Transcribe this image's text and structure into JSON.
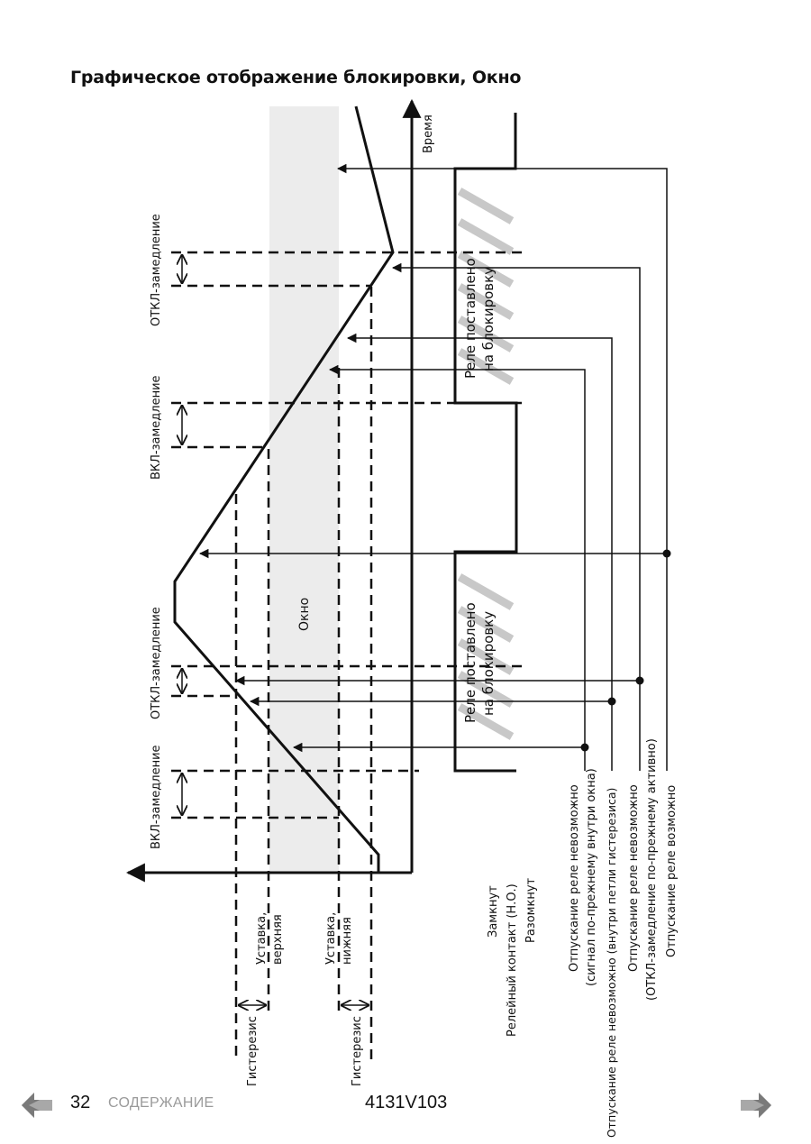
{
  "title": "Графическое отображение блокировки, Окно",
  "diagram": {
    "time_axis_label": "Время",
    "window_label": "Окно",
    "delay_labels": {
      "on_delay_1": "ВКЛ-замедление",
      "off_delay_1": "ОТКЛ-замедление",
      "on_delay_2": "ВКЛ-замедление",
      "off_delay_2": "ОТКЛ-замедление"
    },
    "setpoint_upper": [
      "Уставка,",
      "верхняя"
    ],
    "setpoint_lower": [
      "Уставка,",
      "нижняя"
    ],
    "hysteresis_upper": "Гистерезис",
    "hysteresis_lower": "Гистерезис",
    "relay_locked_1": [
      "Реле поставлено",
      "на блокировку"
    ],
    "relay_locked_2": [
      "Реле поставлено",
      "на блокировку"
    ],
    "contact_closed": "Замкнут",
    "contact_label": "Релейный контакт (Н.О.)",
    "contact_open": "Разомкнут",
    "release_impossible_1": [
      "Отпускание реле невозможно",
      "(сигнал по-прежнему внутри окна)"
    ],
    "release_impossible_2": "Отпускание реле невозможно (внутри петли гистерезиса)",
    "release_impossible_3": [
      "Отпускание реле невозможно",
      "(ОТКЛ-замедление по-прежнему активно)"
    ],
    "release_possible": "Отпускание реле возможно"
  },
  "footer": {
    "prev_icon": "arrow-left-icon",
    "next_icon": "arrow-right-icon",
    "page_number": "32",
    "toc_label": "СОДЕРЖАНИЕ",
    "doc_code": "4131V103"
  }
}
